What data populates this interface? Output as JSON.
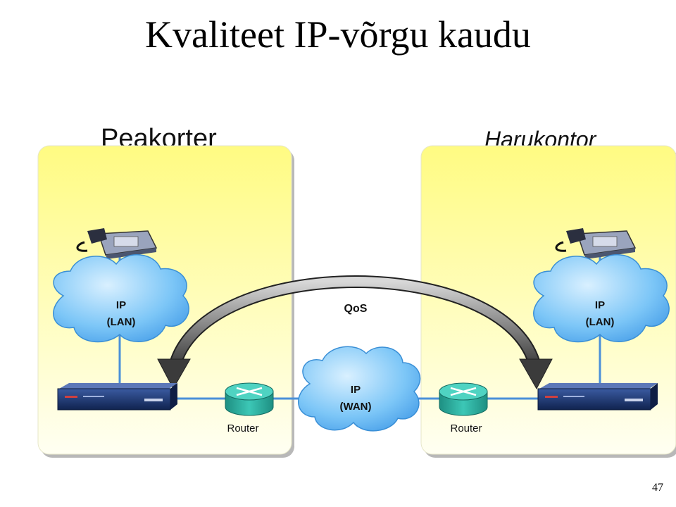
{
  "slide": {
    "title": "Kvaliteet IP-võrgu kaudu",
    "page_number": "47"
  },
  "sites": {
    "hq": {
      "label": "Peakorter"
    },
    "branch": {
      "label": "Harukontor"
    }
  },
  "clouds": {
    "hq_lan": {
      "line1": "IP",
      "line2": "(LAN)"
    },
    "branch_lan": {
      "line1": "IP",
      "line2": "(LAN)"
    },
    "wan": {
      "line1": "IP",
      "line2": "(WAN)"
    }
  },
  "routers": {
    "left": {
      "label": "Router"
    },
    "right": {
      "label": "Router"
    }
  },
  "qos": {
    "label": "QoS"
  },
  "colors": {
    "panel_top": "#fffa80",
    "panel_bottom": "#fffff0",
    "cloud": "#4aa8f0",
    "router": "#2bb3a3",
    "pbx": "#1f3b7a",
    "link": "#4a90d9",
    "arrow": "#333333"
  }
}
